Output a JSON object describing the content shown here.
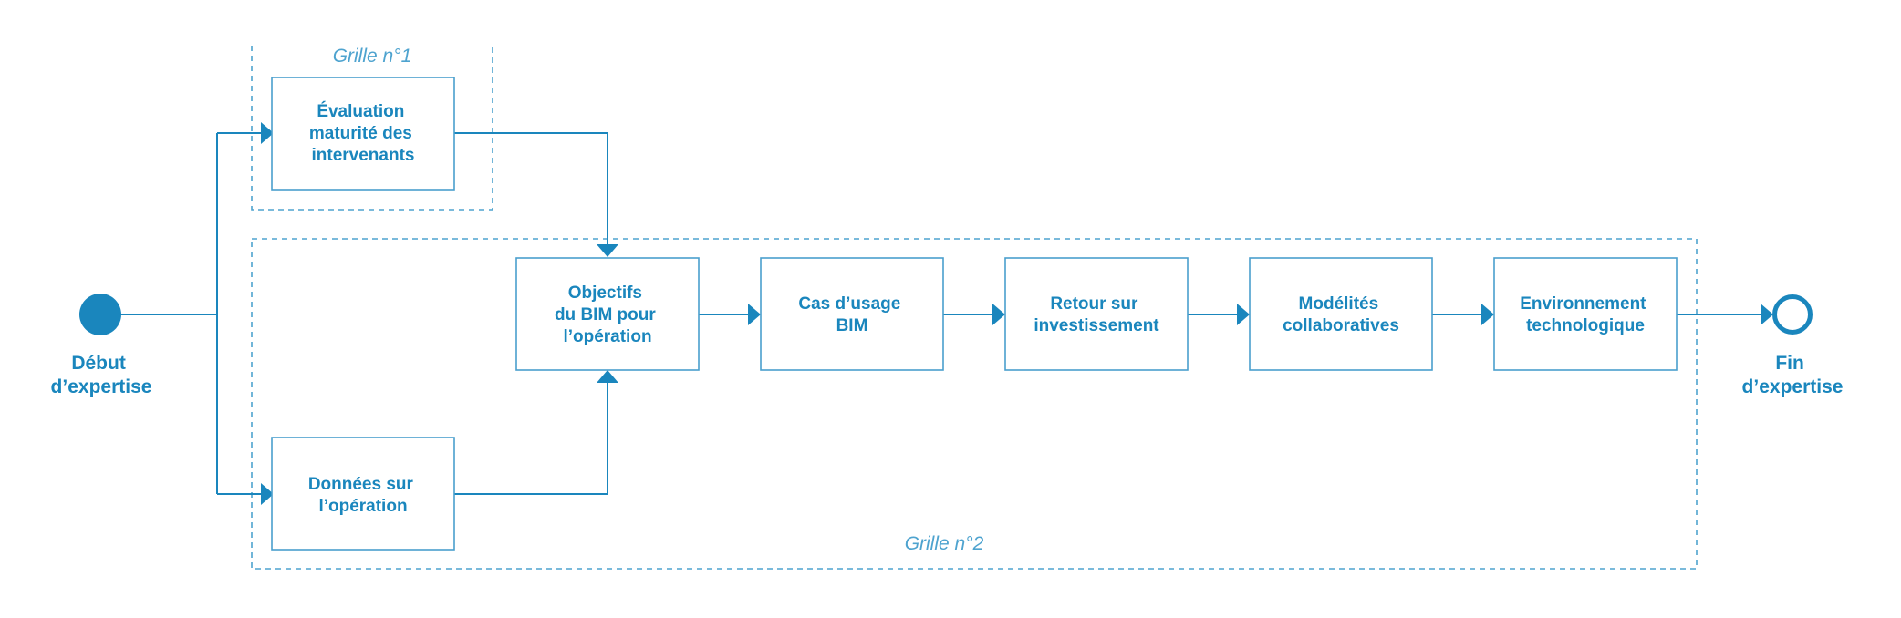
{
  "colors": {
    "primary": "#1a86bd",
    "border": "#4a9fcd",
    "group_label": "#4ea3cf",
    "background": "#ffffff"
  },
  "groups": {
    "grid1": {
      "label": "Grille n°1"
    },
    "grid2": {
      "label": "Grille n°2"
    }
  },
  "start": {
    "label": [
      "Début",
      "d’expertise"
    ]
  },
  "end": {
    "label": [
      "Fin",
      "d’expertise"
    ]
  },
  "nodes": {
    "evaluation": {
      "label": [
        "Évaluation",
        "maturité des",
        "intervenants"
      ]
    },
    "donnees": {
      "label": [
        "Données sur",
        "l’opération"
      ]
    },
    "objectifs": {
      "label": [
        "Objectifs",
        "du BIM pour",
        "l’opération"
      ]
    },
    "cas_usage": {
      "label": [
        "Cas d’usage",
        "BIM"
      ]
    },
    "retour": {
      "label": [
        "Retour sur",
        "investissement"
      ]
    },
    "modelites": {
      "label": [
        "Modélités",
        "collaboratives"
      ]
    },
    "environnement": {
      "label": [
        "Environnement",
        "technologique"
      ]
    }
  }
}
